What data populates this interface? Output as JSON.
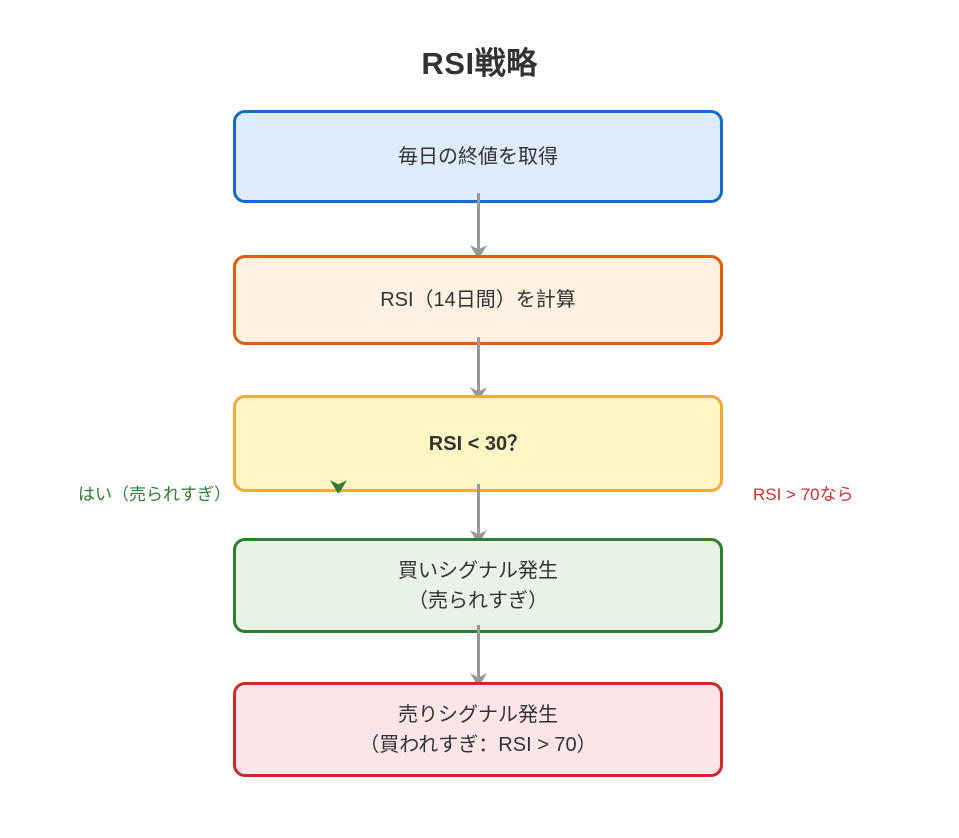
{
  "title": "RSI戦略",
  "flowchart": {
    "nodes": [
      {
        "id": "get-daily-close",
        "lines": [
          "毎日の終値を取得"
        ],
        "fill": "#ddebfa",
        "border": "#1a6ac4"
      },
      {
        "id": "calc-rsi",
        "lines": [
          "RSI（14日間）を計算"
        ],
        "fill": "#fdf1e2",
        "border": "#e25c0d"
      },
      {
        "id": "decision-rsi-below-30",
        "lines": [
          "RSI < 30？"
        ],
        "fill": "#fdf6c4",
        "border": "#f2a93c",
        "bold": true
      },
      {
        "id": "buy-signal",
        "lines": [
          "買いシグナル発生",
          "（売られすぎ）"
        ],
        "fill": "#e8f2e6",
        "border": "#2e7d32"
      },
      {
        "id": "sell-signal",
        "lines": [
          "売りシグナル発生",
          "（買われすぎ：RSI > 70）"
        ],
        "fill": "#fce5e9",
        "border": "#cc2b2b"
      }
    ],
    "edge_labels": {
      "yes": {
        "text": "はい（売られすぎ）",
        "color": "#2e7d32"
      },
      "no": {
        "text": "RSI > 70なら",
        "color": "#d32f2f"
      }
    },
    "arrow_color": "#999999",
    "text_color": "#333333",
    "background": "#ffffff"
  }
}
